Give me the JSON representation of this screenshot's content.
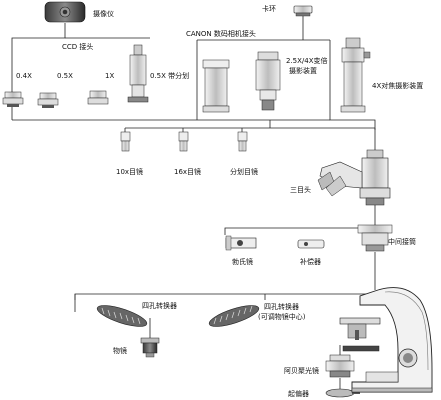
{
  "labels": {
    "camera": "摄像仪",
    "clip_ring": "卡环",
    "canon_adapter": "CANON 数码相机接头",
    "ccd_adapter": "CCD 接头",
    "mag_04x": "0.4X",
    "mag_05x": "0.5X",
    "mag_1x": "1X",
    "mag_05x_reticle": "0.5X 带分划",
    "zoom_photo_l1": "2.5X/4X变倍",
    "zoom_photo_l2": "摄影装置",
    "focus_photo": "4X对焦摄影装置",
    "eyepiece_10x": "10x目镜",
    "eyepiece_16x": "16x目镜",
    "eyepiece_reticle": "分划目镜",
    "trinocular_head": "三目头",
    "intermediate_tube": "中间接筒",
    "bertrand_lens": "勃氏镜",
    "compensator": "补偿器",
    "nosepiece": "四孔转换器",
    "nosepiece_center_l1": "四孔转换器",
    "nosepiece_center_l2": "(可调物镜中心)",
    "objective": "物镜",
    "abbe_condenser": "阿贝聚光镜",
    "polarizer": "起偏器"
  }
}
